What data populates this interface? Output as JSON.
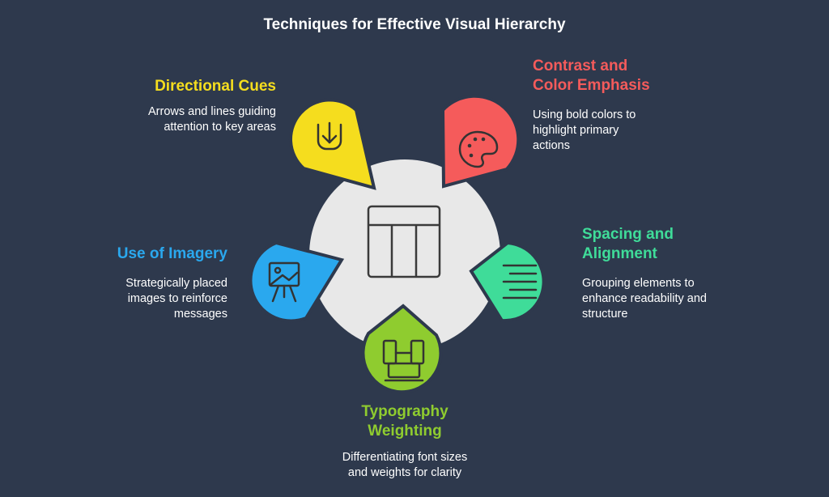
{
  "title": "Techniques for Effective Visual Hierarchy",
  "colors": {
    "background": "#2e394d",
    "hub": "#e8e8e8",
    "yellow": "#f5dd1e",
    "red": "#f55b5b",
    "blue": "#2aa8ee",
    "green": "#3fdc99",
    "lime": "#8fcc2f"
  },
  "hub": {
    "icon": "table-layout-icon"
  },
  "items": {
    "directional": {
      "title": "Directional Cues",
      "description": [
        "Arrows and lines guiding",
        "attention to key areas"
      ],
      "icon": "arrow-down-box-icon"
    },
    "contrast": {
      "title": [
        "Contrast and",
        "Color Emphasis"
      ],
      "description": [
        "Using bold colors to",
        "highlight primary",
        "actions"
      ],
      "icon": "palette-icon"
    },
    "imagery": {
      "title": "Use of Imagery",
      "description": [
        "Strategically placed",
        "images to reinforce",
        "messages"
      ],
      "icon": "easel-image-icon"
    },
    "spacing": {
      "title": [
        "Spacing and",
        "Alignment"
      ],
      "description": [
        "Grouping elements to",
        "enhance readability and",
        "structure"
      ],
      "icon": "align-lines-icon"
    },
    "typography": {
      "title": [
        "Typography",
        "Weighting"
      ],
      "description": [
        "Differentiating font sizes",
        "and weights for clarity"
      ],
      "icon": "devices-icon"
    }
  }
}
